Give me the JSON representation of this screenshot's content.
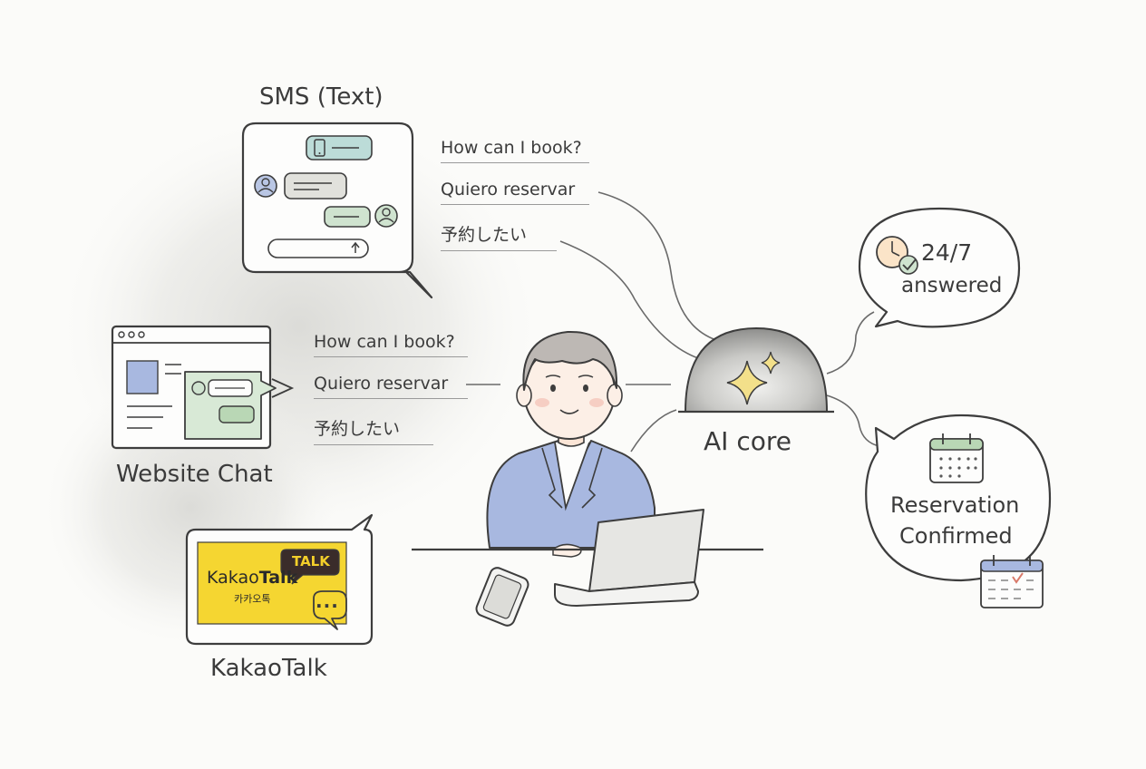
{
  "channels": {
    "sms": {
      "title": "SMS (Text)",
      "messages": [
        "How can I book?",
        "Quiero reservar",
        "予約したい"
      ]
    },
    "website": {
      "title": "Website Chat",
      "messages": [
        "How can I book?",
        "Quiero reservar",
        "予約したい"
      ]
    },
    "kakao": {
      "title": "KakaoTalk",
      "logo_word_plain": "Kakao",
      "logo_word_bold": "Talk",
      "logo_sub": "카카오톡",
      "badge": "TALK"
    }
  },
  "core": {
    "label": "AI core"
  },
  "outcomes": {
    "availability": {
      "lines": [
        "24/7",
        "answered"
      ]
    },
    "reservation": {
      "lines": [
        "Reservation",
        "Confirmed"
      ]
    }
  },
  "colors": {
    "line": "#3d3d3d",
    "soft_blue": "#a8b8e0",
    "soft_green": "#cfe3cf",
    "soft_teal": "#bcdcd8",
    "kakao_yellow": "#f5d631",
    "dome_gray": "#9a9a9a",
    "sparkle": "#f3e08a",
    "calendar_green": "#b9d7b5",
    "calendar_red": "#d97a6a"
  },
  "icons": [
    "phone-icon",
    "user-icon",
    "send-icon",
    "browser-icon",
    "clock-icon",
    "check-icon",
    "calendar-icon",
    "sparkle-icon",
    "laptop-icon",
    "smartphone-icon"
  ]
}
